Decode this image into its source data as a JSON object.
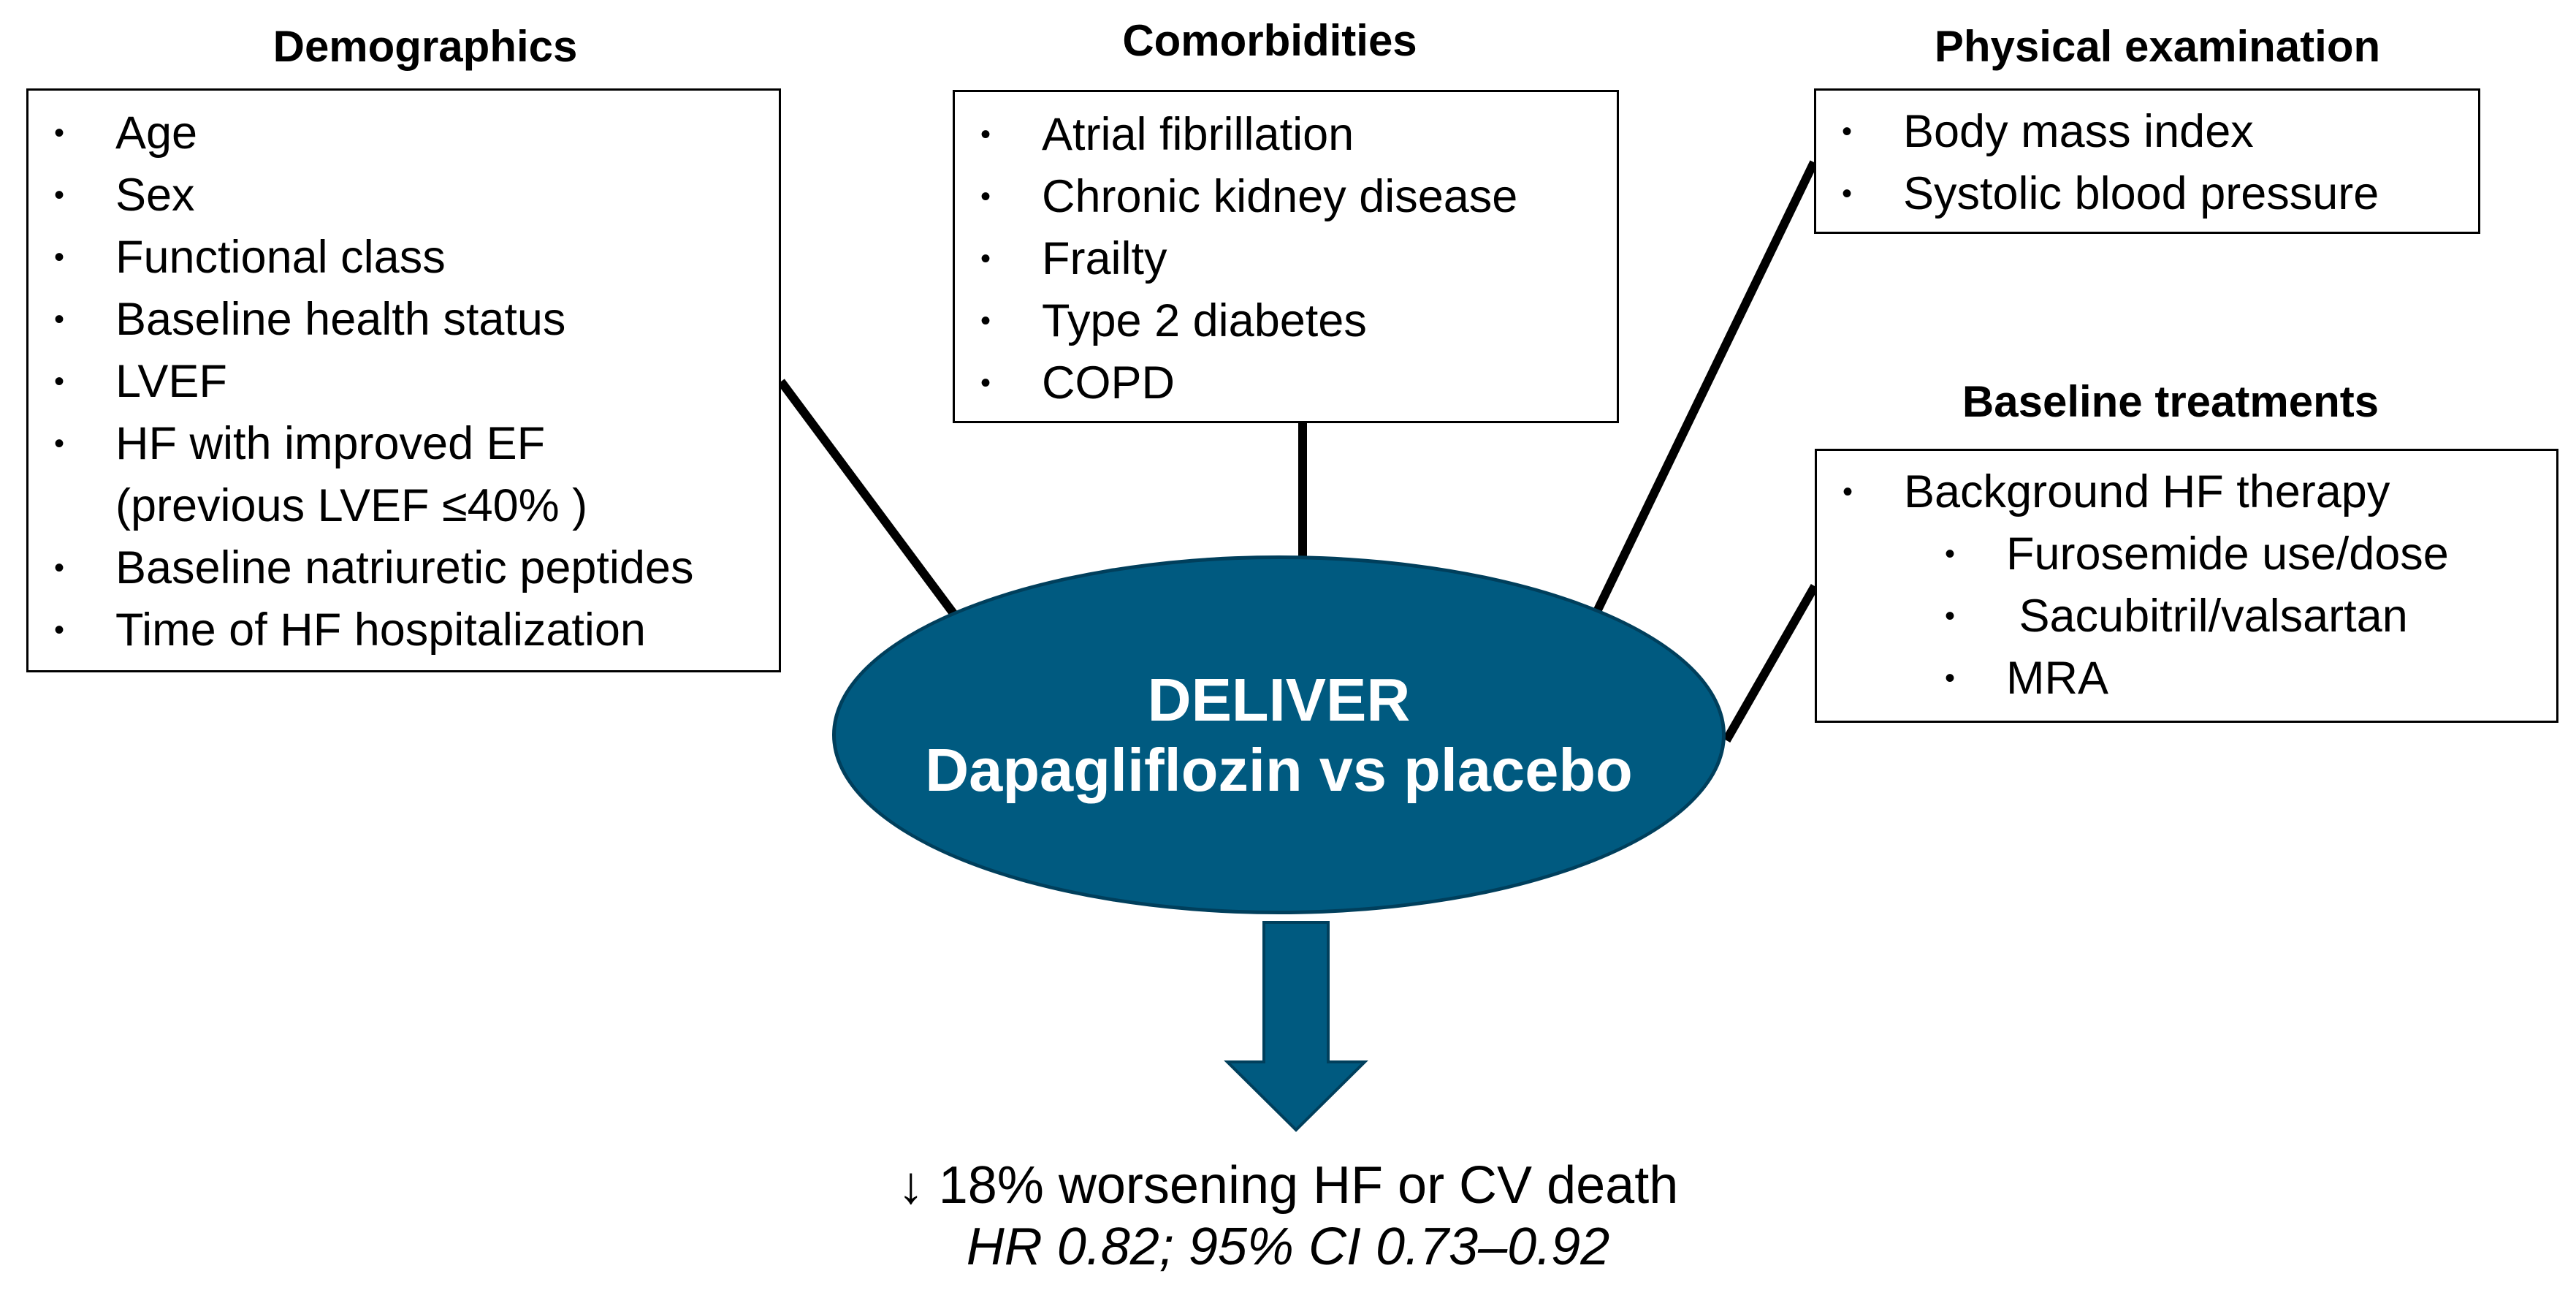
{
  "colors": {
    "ellipse_fill": "#005a80",
    "arrow_fill": "#005a80",
    "ellipse_text": "#ffffff",
    "box_border": "#000000"
  },
  "demographics": {
    "heading": "Demographics",
    "items": [
      "Age",
      "Sex",
      "Functional class",
      "Baseline health status",
      "LVEF",
      "HF with improved EF",
      "(previous LVEF ≤40% )",
      "Baseline natriuretic peptides",
      "Time of HF hospitalization"
    ]
  },
  "comorbidities": {
    "heading": "Comorbidities",
    "items": [
      "Atrial fibrillation",
      "Chronic kidney disease",
      "Frailty",
      "Type 2 diabetes",
      "COPD"
    ]
  },
  "physical_examination": {
    "heading": "Physical examination",
    "items": [
      "Body mass index",
      "Systolic blood pressure"
    ]
  },
  "baseline_treatments": {
    "heading": "Baseline treatments",
    "items": [
      "Background HF therapy",
      "Furosemide use/dose",
      " Sacubitril/valsartan",
      "MRA"
    ]
  },
  "center": {
    "title": "DELIVER",
    "subtitle": "Dapagliflozin vs placebo"
  },
  "outcome": {
    "result": "↓ 18% worsening HF or CV death",
    "stats": "HR 0.82; 95% CI 0.73–0.92"
  }
}
